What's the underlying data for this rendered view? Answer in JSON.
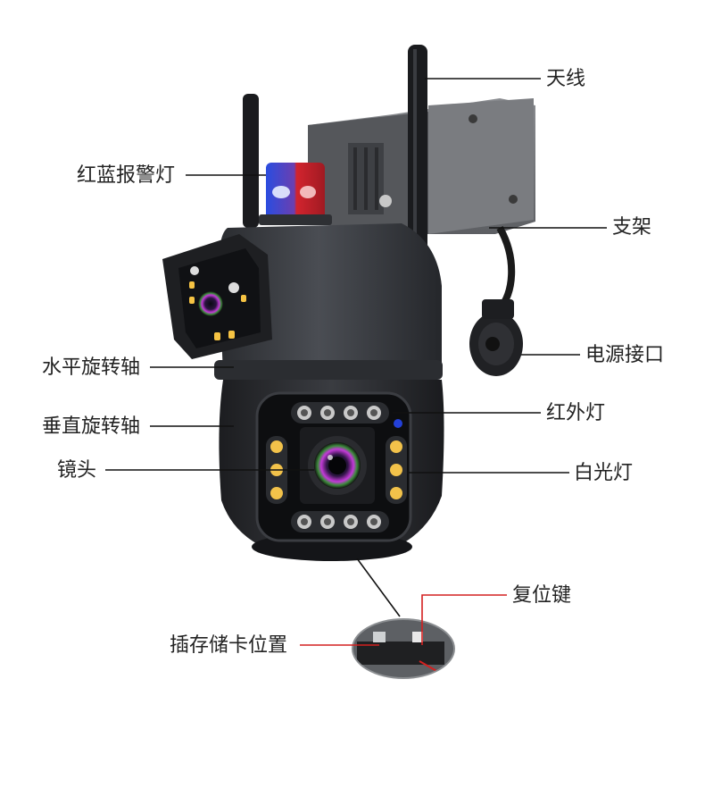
{
  "labels": {
    "antenna": "天线",
    "alarm_light": "红蓝报警灯",
    "bracket": "支架",
    "power_port": "电源接口",
    "pan_axis": "水平旋转轴",
    "tilt_axis": "垂直旋转轴",
    "ir_light": "红外灯",
    "lens": "镜头",
    "white_light": "白光灯",
    "reset_button": "复位键",
    "sd_slot": "插存储卡位置"
  }
}
